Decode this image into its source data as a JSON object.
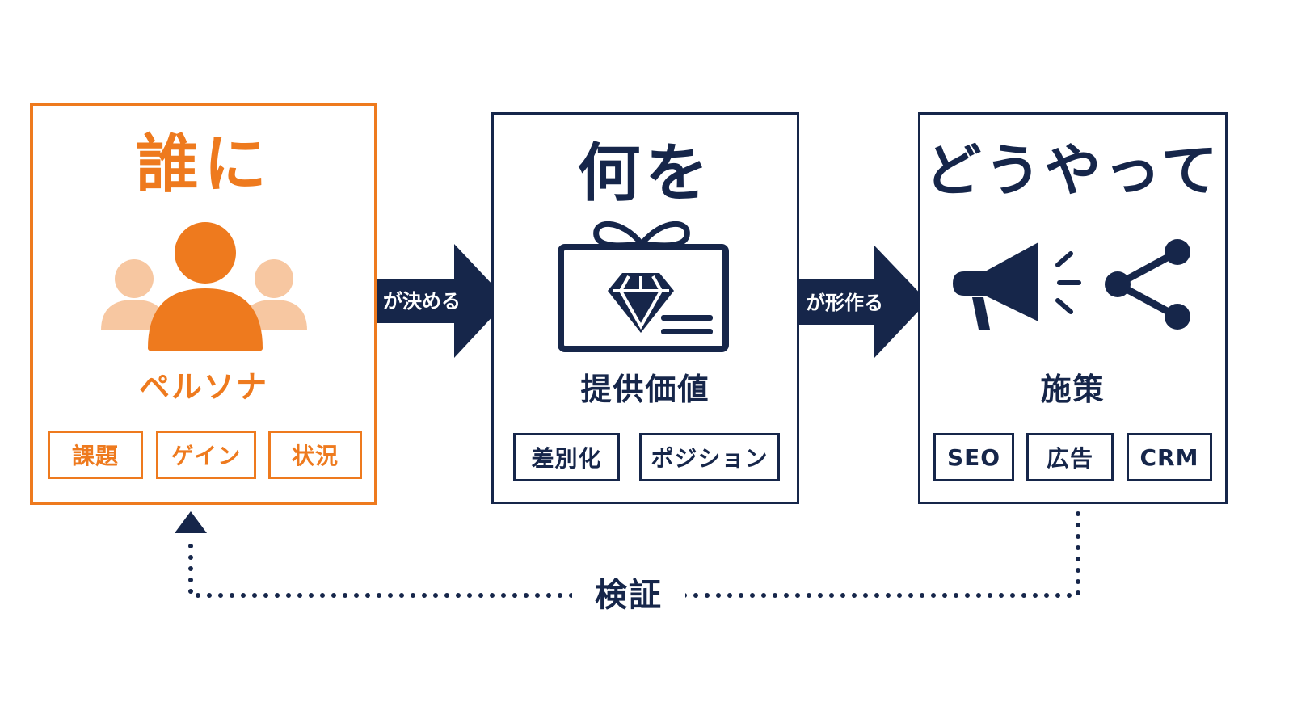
{
  "who": {
    "heading": "誰に",
    "label": "ペルソナ",
    "tags": [
      "課題",
      "ゲイン",
      "状況"
    ]
  },
  "what": {
    "heading": "何を",
    "label": "提供価値",
    "tags": [
      "差別化",
      "ポジション"
    ]
  },
  "how": {
    "heading": "どうやって",
    "label": "施策",
    "tags": [
      "SEO",
      "広告",
      "CRM"
    ]
  },
  "arrows": {
    "first": "が決める",
    "second": "が形作る"
  },
  "loop": {
    "label": "検証"
  },
  "colors": {
    "accent_orange": "#ee7a1e",
    "accent_orange_light": "#f7c7a1",
    "navy": "#16264a"
  },
  "icons": [
    "persona-group-icon",
    "gift-diamond-icon",
    "megaphone-icon",
    "share-icon"
  ]
}
